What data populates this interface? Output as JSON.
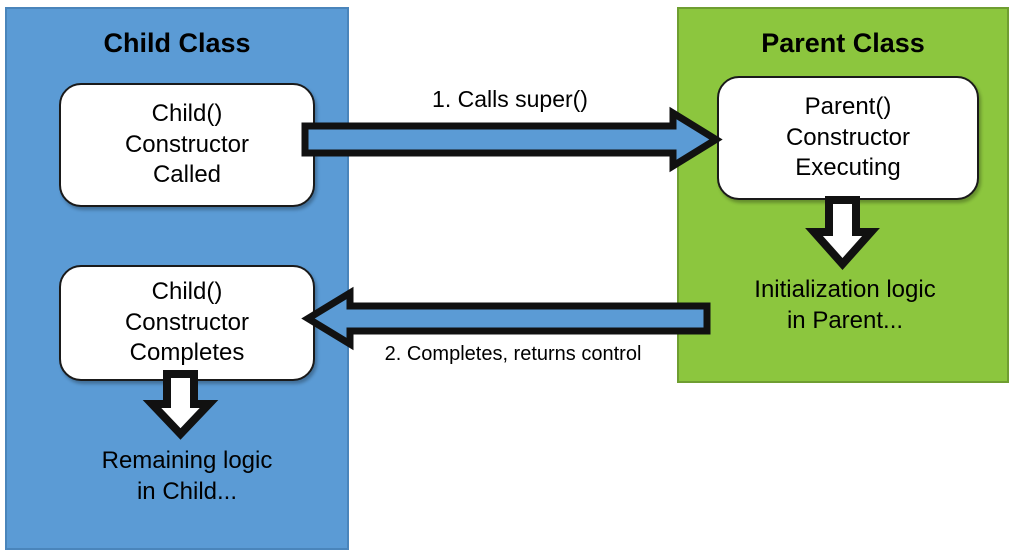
{
  "diagram": {
    "title_visible": false,
    "background": "#ffffff",
    "panels": [
      {
        "id": "child",
        "title": "Child Class",
        "color": "#5B9BD5",
        "boxes": [
          {
            "id": "child-called",
            "lines": [
              "Child()",
              "Constructor",
              "Called"
            ]
          },
          {
            "id": "child-completes",
            "lines": [
              "Child()",
              "Constructor",
              "Completes"
            ]
          }
        ],
        "notes": [
          {
            "id": "remaining-child",
            "lines": [
              "Remaining logic",
              "in Child..."
            ]
          }
        ]
      },
      {
        "id": "parent",
        "title": "Parent Class",
        "color": "#8CC63E",
        "boxes": [
          {
            "id": "parent-executing",
            "lines": [
              "Parent()",
              "Constructor",
              "Executing"
            ]
          }
        ],
        "notes": [
          {
            "id": "init-parent",
            "lines": [
              "Initialization logic",
              "in Parent..."
            ]
          }
        ]
      }
    ],
    "arrows": [
      {
        "id": "calls-super",
        "label": "1. Calls super()",
        "direction": "right",
        "from": "child-called",
        "to": "parent-executing",
        "fill": "#5B9BD5",
        "stroke": "#000000"
      },
      {
        "id": "returns-control",
        "label": "2. Completes, returns control",
        "direction": "left",
        "from": "parent-executing",
        "to": "child-completes",
        "fill": "#5B9BD5",
        "stroke": "#000000"
      },
      {
        "id": "parent-down",
        "label": "",
        "direction": "down",
        "from": "parent-executing",
        "to": "init-parent",
        "fill": "#ffffff",
        "stroke": "#000000"
      },
      {
        "id": "child-down",
        "label": "",
        "direction": "down",
        "from": "child-completes",
        "to": "remaining-child",
        "fill": "#ffffff",
        "stroke": "#000000"
      }
    ]
  }
}
